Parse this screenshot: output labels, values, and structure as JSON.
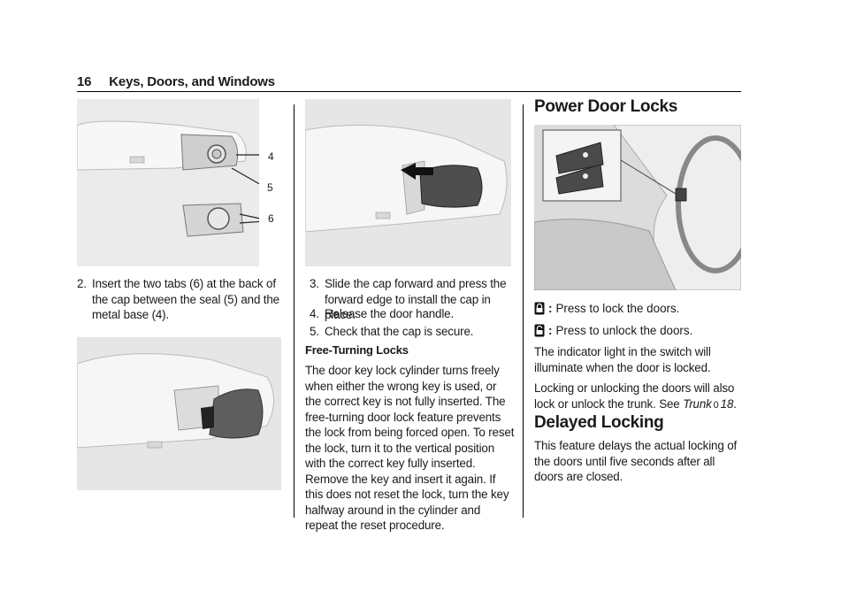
{
  "header": {
    "page_number": "16",
    "title": "Keys, Doors, and Windows"
  },
  "figure1": {
    "callouts": [
      "4",
      "5",
      "6"
    ]
  },
  "col1": {
    "step2_num": "2.",
    "step2_text": "Insert the two tabs (6) at the back of the cap between the seal (5) and the metal base (4)."
  },
  "col2": {
    "step3_num": "3.",
    "step3_text": "Slide the cap forward and press the forward edge to install the cap in place.",
    "step4_num": "4.",
    "step4_text": "Release the door handle.",
    "step5_num": "5.",
    "step5_text": "Check that the cap is secure.",
    "subheading": "Free-Turning Locks",
    "para": "The door key lock cylinder turns freely when either the wrong key is used, or the correct key is not fully inserted. The free-turning door lock feature prevents the lock from being forced open. To reset the lock, turn it to the vertical position with the correct key fully inserted. Remove the key and insert it again. If this does not reset the lock, turn the key halfway around in the cylinder and repeat the reset procedure."
  },
  "col3": {
    "heading1": "Power Door Locks",
    "lock_label": ":",
    "lock_text": "Press to lock the doors.",
    "unlock_label": ":",
    "unlock_text": "Press to unlock the doors.",
    "para1": "The indicator light in the switch will illuminate when the door is locked.",
    "para2_text": "Locking or unlocking the doors will also lock or unlock the trunk. See",
    "para2_ref": "Trunk",
    "para2_ref_arrow": "0",
    "para2_page": "18",
    "para2_end": ".",
    "heading2": "Delayed Locking",
    "para3": "This feature delays the actual locking of the doors until five seconds after all doors are closed."
  }
}
